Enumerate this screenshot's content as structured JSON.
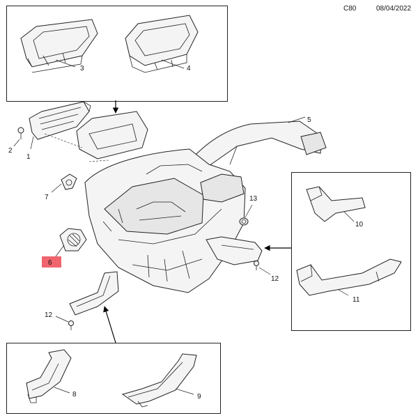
{
  "header": {
    "code": "C80",
    "date": "08/04/2022"
  },
  "callouts": {
    "c1": "1",
    "c2": "2",
    "c3": "3",
    "c4": "4",
    "c5": "5",
    "c6": "6",
    "c7": "7",
    "c8": "8",
    "c9": "9",
    "c10": "10",
    "c11": "11",
    "c12a": "12",
    "c12b": "12",
    "c13": "13"
  },
  "highlight_color": "#f0646e"
}
